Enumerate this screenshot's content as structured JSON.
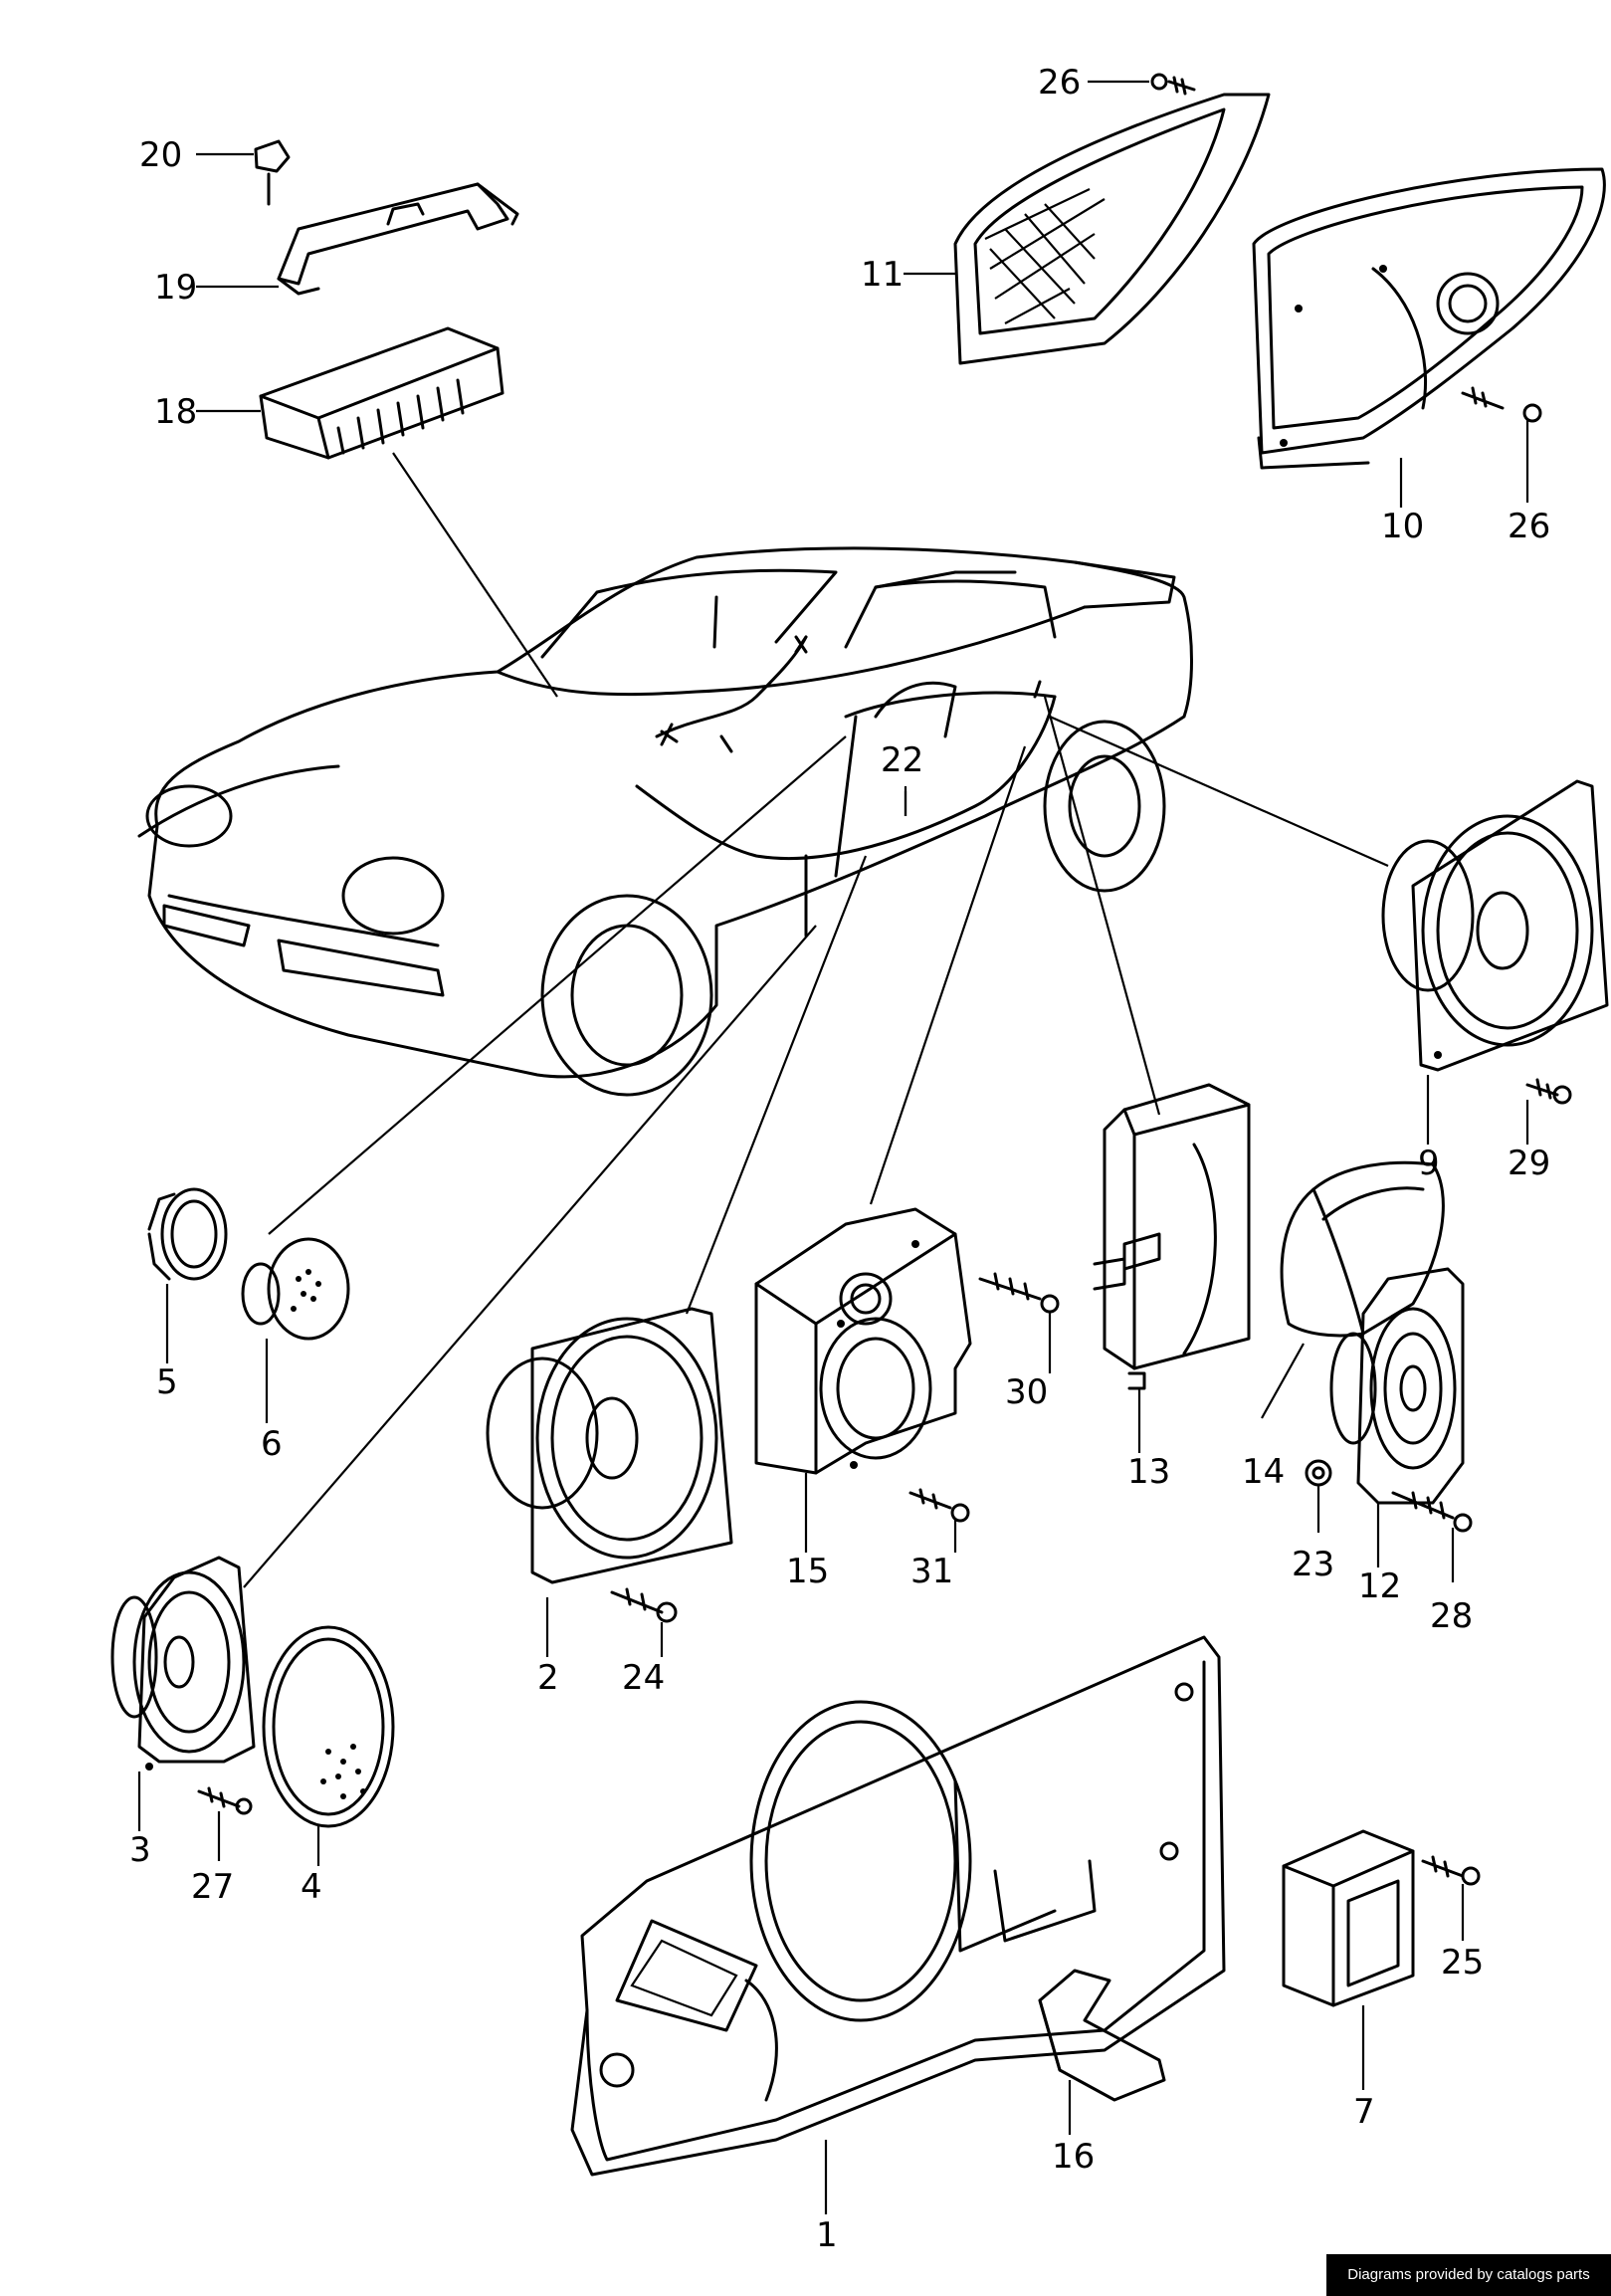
{
  "diagram": {
    "labels": {
      "l1": "1",
      "l2": "2",
      "l3": "3",
      "l4": "4",
      "l5": "5",
      "l6": "6",
      "l7": "7",
      "l9": "9",
      "l10": "10",
      "l11": "11",
      "l12": "12",
      "l13": "13",
      "l14": "14",
      "l15": "15",
      "l16": "16",
      "l18": "18",
      "l19": "19",
      "l20": "20",
      "l22": "22",
      "l23": "23",
      "l24": "24",
      "l25": "25",
      "l26a": "26",
      "l26b": "26",
      "l27": "27",
      "l28": "28",
      "l29": "29",
      "l30": "30",
      "l31": "31"
    }
  },
  "footer": {
    "credit": "Diagrams provided by catalogs parts"
  }
}
